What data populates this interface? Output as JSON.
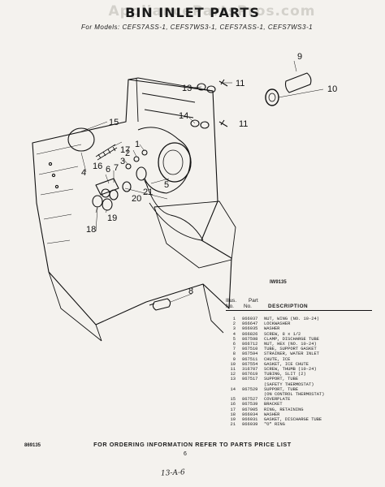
{
  "watermark": "AppliancePartsPros.com",
  "title": "BIN INLET PARTS",
  "models": "For Models: CEFS7ASS-1, CEFS7WS3-1, CEFS7ASS-1, CEFS7WS3-1",
  "drawing_code": "IW9135",
  "callouts": [
    "1",
    "2",
    "3",
    "4",
    "5",
    "6",
    "7",
    "8",
    "9",
    "10",
    "11",
    "12",
    "13",
    "14",
    "15",
    "16",
    "17",
    "18",
    "19",
    "20",
    "21"
  ],
  "table": {
    "header_ills": "Illus.",
    "header_part": "Part",
    "col_no": "No.",
    "col_part_no": "No.",
    "col_desc": "DESCRIPTION",
    "rows": [
      {
        "no": "1",
        "part": "866937",
        "desc": "NUT, WING (NO. 10-24)"
      },
      {
        "no": "2",
        "part": "866647",
        "desc": "LOCKWASHER"
      },
      {
        "no": "3",
        "part": "866935",
        "desc": "WASHER"
      },
      {
        "no": "4",
        "part": "866826",
        "desc": "SCREW, 8 x 1/2"
      },
      {
        "no": "5",
        "part": "867598",
        "desc": "CLAMP, DISCHARGE TUBE"
      },
      {
        "no": "6",
        "part": "866712",
        "desc": "NUT, HEX (NO. 10-24)"
      },
      {
        "no": "7",
        "part": "867510",
        "desc": "TUBE, SUPPORT GASKET"
      },
      {
        "no": "8",
        "part": "867594",
        "desc": "STRAINER, WATER INLET"
      },
      {
        "no": "9",
        "part": "867511",
        "desc": "CHUTE, ICE"
      },
      {
        "no": "10",
        "part": "867554",
        "desc": "GASKET, ICE CHUTE"
      },
      {
        "no": "11",
        "part": "316707",
        "desc": "SCREW, THUMB (10-24)"
      },
      {
        "no": "12",
        "part": "867619",
        "desc": "TUBING, SLIT (2)"
      },
      {
        "no": "13",
        "part": "867517",
        "desc": "SUPPORT, TUBE"
      },
      {
        "no": "",
        "part": "",
        "desc": "(SAFETY THERMOSTAT)"
      },
      {
        "no": "14",
        "part": "867529",
        "desc": "SUPPORT, TUBE"
      },
      {
        "no": "",
        "part": "",
        "desc": "(ON CONTROL THERMOSTAT)"
      },
      {
        "no": "15",
        "part": "867527",
        "desc": "COVERPLATE"
      },
      {
        "no": "16",
        "part": "867539",
        "desc": "BRACKET"
      },
      {
        "no": "17",
        "part": "867905",
        "desc": "RING, RETAINING"
      },
      {
        "no": "18",
        "part": "866934",
        "desc": "WASHER"
      },
      {
        "no": "19",
        "part": "866931",
        "desc": "GASKET, DISCHARGE TUBE"
      },
      {
        "no": "21",
        "part": "866939",
        "desc": "\"O\" RING"
      }
    ]
  },
  "footer_code": "869135",
  "footer_note": "FOR ORDERING INFORMATION REFER TO PARTS PRICE LIST",
  "page_number": "6",
  "handwritten_note": "13-A-6"
}
